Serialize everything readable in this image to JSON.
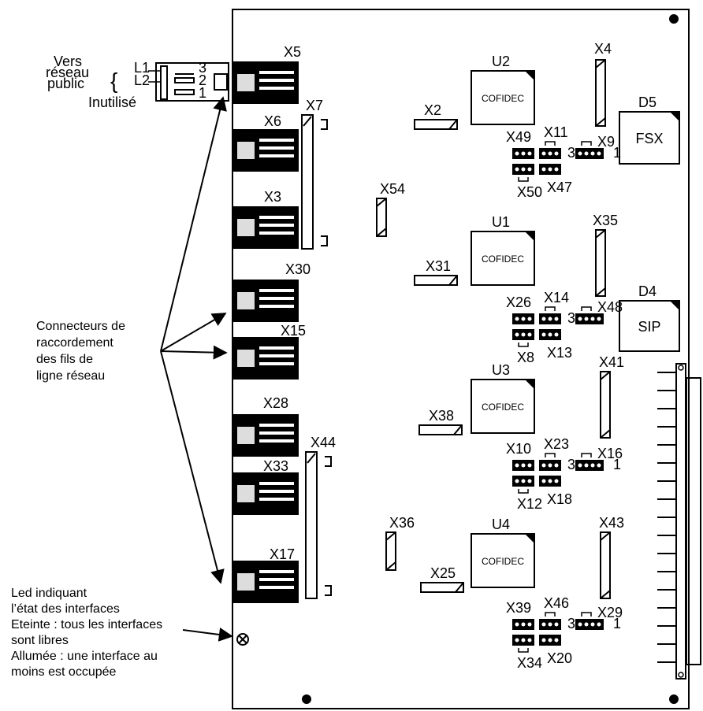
{
  "chips": [
    {
      "ref": "U2",
      "text": "COFIDEC"
    },
    {
      "ref": "U1",
      "text": "COFIDEC"
    },
    {
      "ref": "U3",
      "text": "COFIDEC"
    },
    {
      "ref": "U4",
      "text": "COFIDEC"
    },
    {
      "ref": "D5",
      "text": "FSX"
    },
    {
      "ref": "D4",
      "text": "SIP"
    }
  ],
  "rj_connectors": [
    "X5",
    "X6",
    "X3",
    "X30",
    "X15",
    "X28",
    "X33",
    "X17"
  ],
  "long_connectors": [
    "X7",
    "X44"
  ],
  "headers": [
    "X2",
    "X31",
    "X38",
    "X25",
    "X54",
    "X36",
    "X4",
    "X35",
    "X41",
    "X43"
  ],
  "jumpers": [
    {
      "a": "X49",
      "b": "X11",
      "c": "X9",
      "d": "X50",
      "e": "X47",
      "pin3": "3",
      "pin1": "1"
    },
    {
      "a": "X26",
      "b": "X14",
      "c": "X48",
      "d": "X8",
      "e": "X13",
      "pin3": "3",
      "pin1": ""
    },
    {
      "a": "X10",
      "b": "X23",
      "c": "X16",
      "d": "X12",
      "e": "X18",
      "pin3": "3",
      "pin1": "1"
    },
    {
      "a": "X39",
      "b": "X46",
      "c": "X29",
      "d": "X34",
      "e": "X20",
      "pin3": "3",
      "pin1": "1"
    }
  ],
  "plug": {
    "vers": "Vers",
    "reseau": "réseau",
    "public": "public",
    "brace": "{",
    "l1": "L1",
    "l2": "L2",
    "pin3": "3",
    "pin2": "2",
    "pin1": "1",
    "unused": "Inutilisé"
  },
  "annotations": {
    "connectors": [
      "Connecteurs de",
      "raccordement",
      "des fils de",
      "ligne réseau"
    ],
    "led": [
      "Led indiquant",
      "l’état  des interfaces",
      "Eteinte : tous les interfaces",
      "sont libres",
      "Allumée : une interface au",
      "moins est occupée"
    ]
  }
}
